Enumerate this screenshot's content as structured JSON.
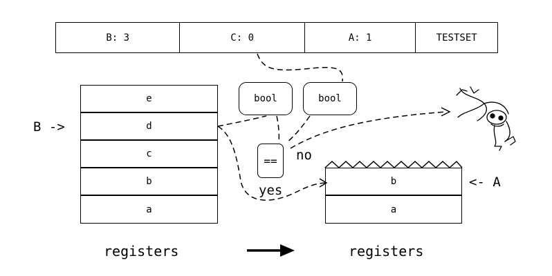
{
  "instruction": {
    "cells": [
      "B: 3",
      "C: 0",
      "A: 1",
      "TESTSET"
    ]
  },
  "left_stack": {
    "registers": [
      "e",
      "d",
      "c",
      "b",
      "a"
    ],
    "pointer_label": "B ->",
    "caption": "registers"
  },
  "right_stack": {
    "registers": [
      "b",
      "a"
    ],
    "pointer_label": "<- A",
    "caption": "registers"
  },
  "compare": {
    "bool_left": "bool",
    "bool_right": "bool",
    "equals": "==",
    "no_label": "no",
    "yes_label": "yes"
  },
  "icons": {
    "frog": "cartoon-frog-icon",
    "transition": "right-arrow-icon"
  }
}
